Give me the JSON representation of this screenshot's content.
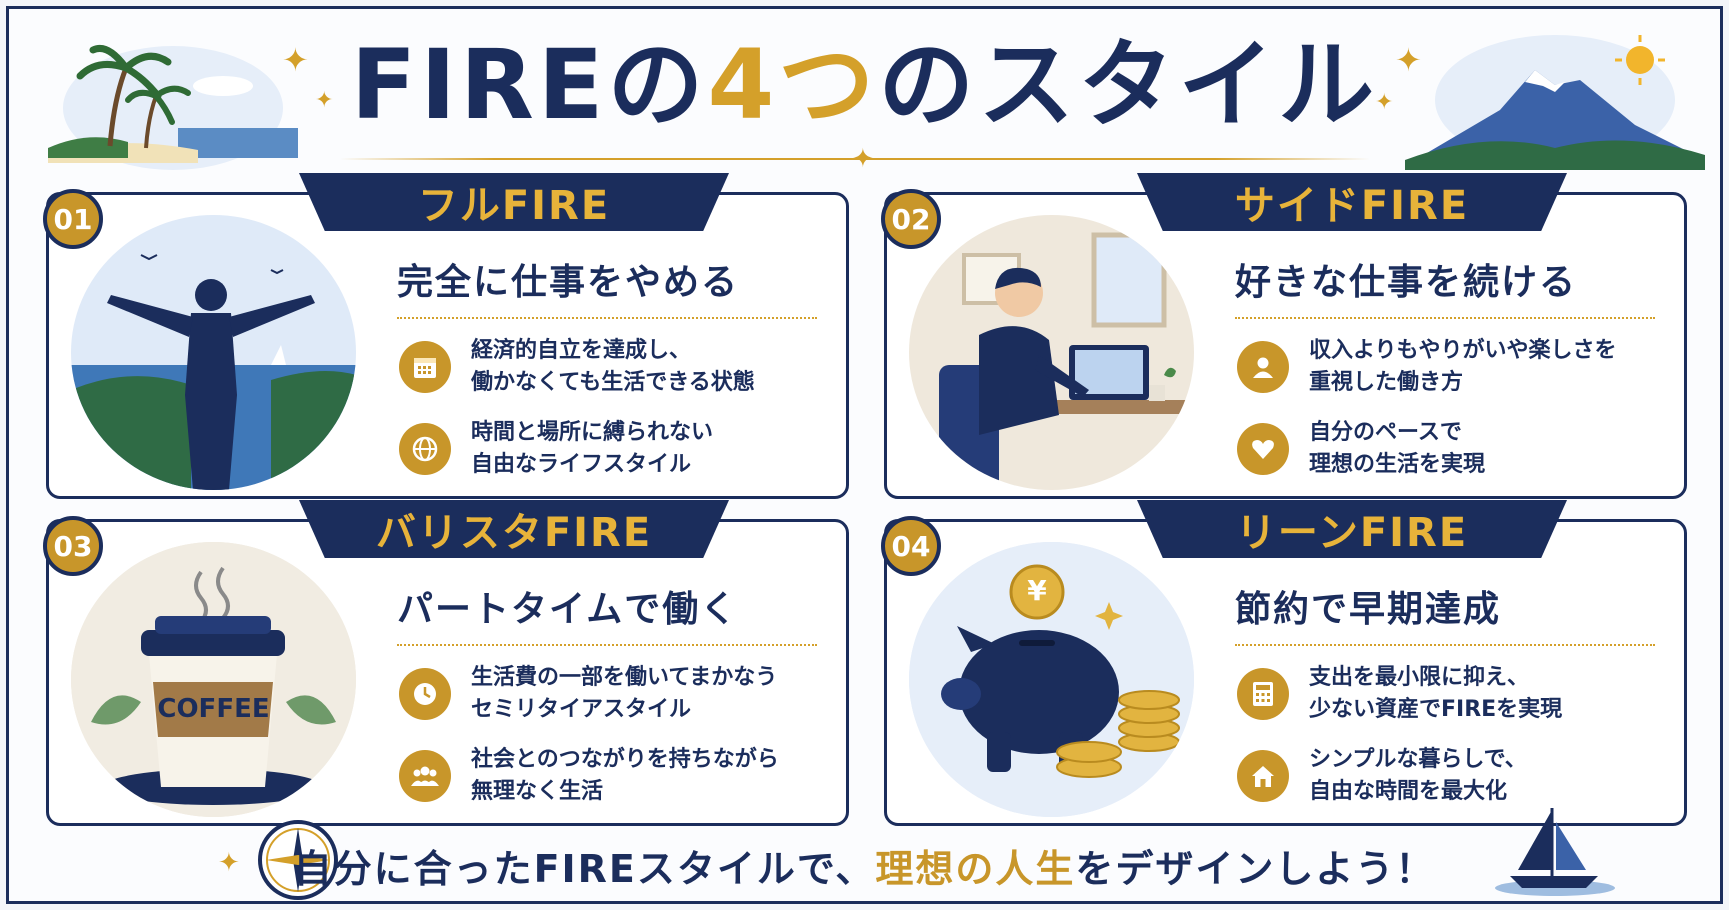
{
  "header": {
    "title_part1": "FIRE",
    "title_part2": "の",
    "title_part3": "4つ",
    "title_part4": "のスタイル"
  },
  "cards": [
    {
      "number": "01",
      "title": "フルFIRE",
      "headline": "完全に仕事をやめる",
      "features": [
        {
          "icon": "calendar-icon",
          "line1": "経済的自立を達成し、",
          "line2": "働かなくても生活できる状態"
        },
        {
          "icon": "globe-icon",
          "line1": "時間と場所に縛られない",
          "line2": "自由なライフスタイル"
        }
      ]
    },
    {
      "number": "02",
      "title": "サイドFIRE",
      "headline": "好きな仕事を続ける",
      "features": [
        {
          "icon": "person-icon",
          "line1": "収入よりもやりがいや楽しさを",
          "line2": "重視した働き方"
        },
        {
          "icon": "heart-icon",
          "line1": "自分のペースで",
          "line2": "理想の生活を実現"
        }
      ]
    },
    {
      "number": "03",
      "title": "バリスタFIRE",
      "headline": "パートタイムで働く",
      "illustration_text": "COFFEE",
      "features": [
        {
          "icon": "clock-icon",
          "line1": "生活費の一部を働いてまかなう",
          "line2": "セミリタイアスタイル"
        },
        {
          "icon": "people-icon",
          "line1": "社会とのつながりを持ちながら",
          "line2": "無理なく生活"
        }
      ]
    },
    {
      "number": "04",
      "title": "リーンFIRE",
      "headline": "節約で早期達成",
      "illustration_text": "¥",
      "features": [
        {
          "icon": "calculator-icon",
          "line1": "支出を最小限に抑え、",
          "line2": "少ない資産でFIREを実現"
        },
        {
          "icon": "house-icon",
          "line1": "シンプルな暮らしで、",
          "line2": "自由な時間を最大化"
        }
      ]
    }
  ],
  "footer": {
    "part1": "自分に合ったFIREスタイルで、",
    "part2": "理想の人生",
    "part3": "をデザインしよう！"
  },
  "colors": {
    "navy": "#1b2d5c",
    "gold": "#d4a02a",
    "badge_gold": "#c8962a"
  }
}
